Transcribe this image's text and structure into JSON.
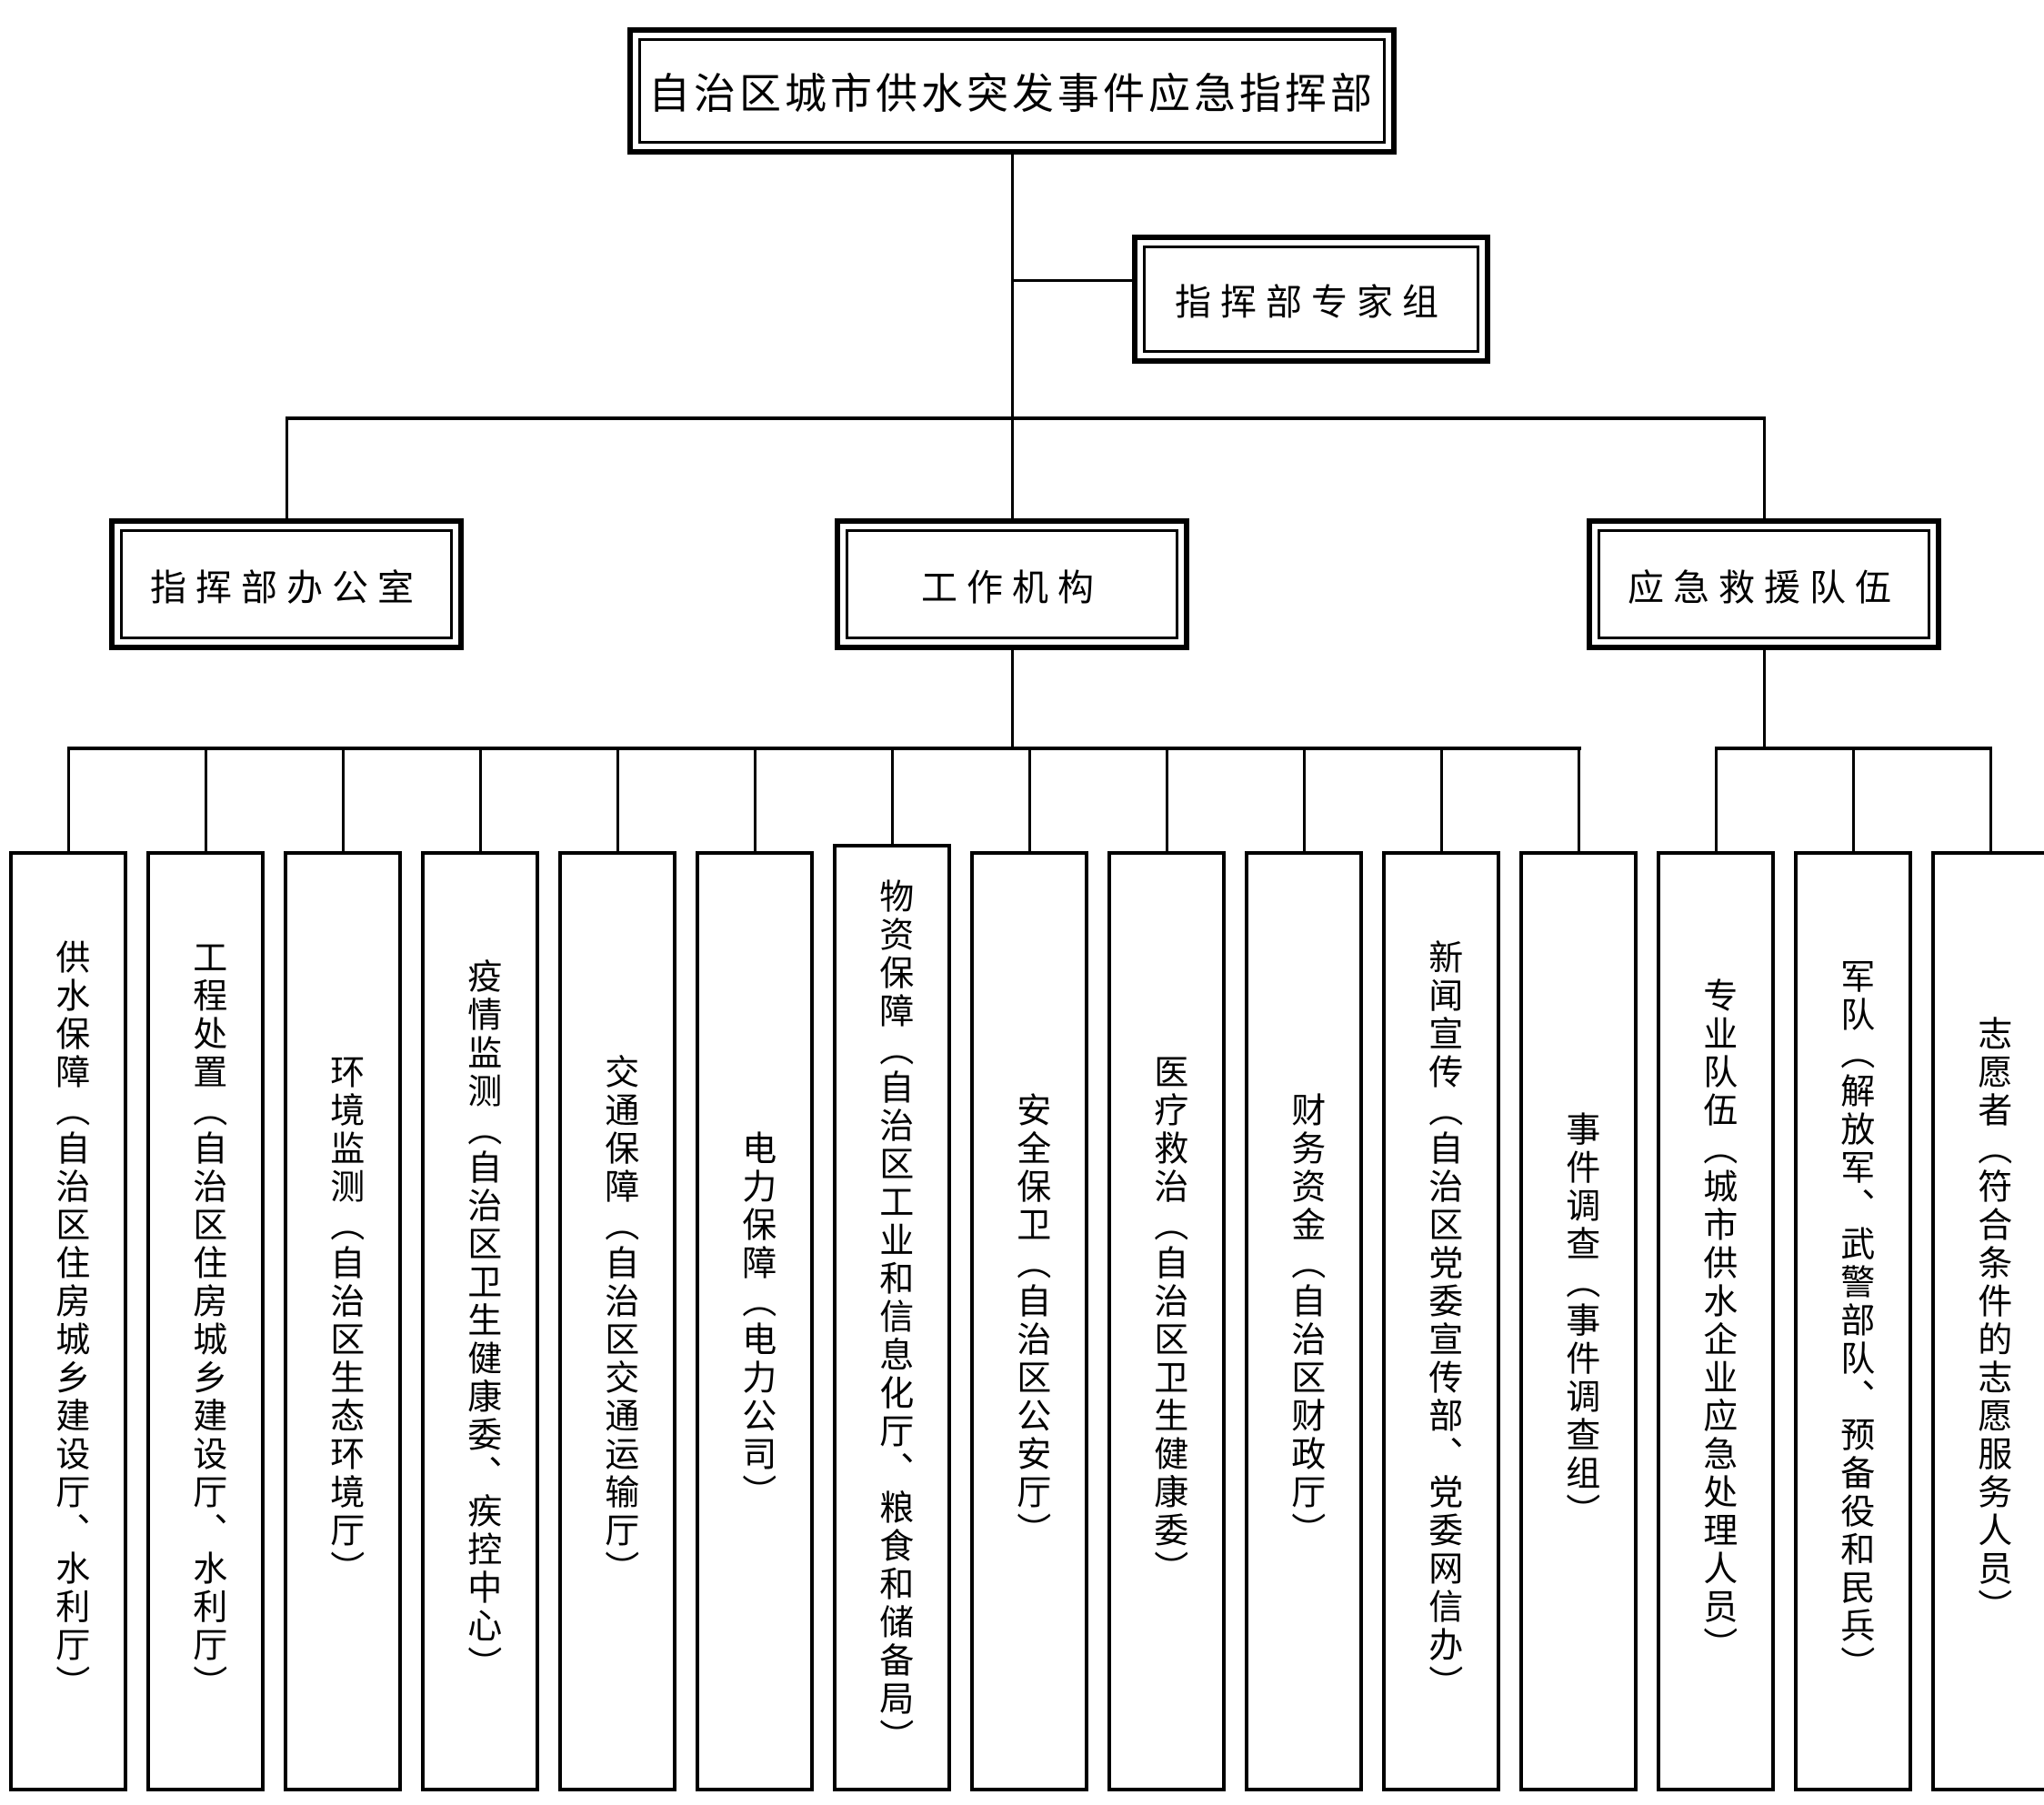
{
  "root": {
    "label": "自治区城市供水突发事件应急指挥部"
  },
  "expert_group": {
    "label": "指挥部专家组"
  },
  "branches": {
    "office": {
      "label": "指挥部办公室"
    },
    "working": {
      "label": "工作机构"
    },
    "rescue": {
      "label": "应急救援队伍"
    }
  },
  "work_units": [
    {
      "label": "供水保障（自治区住房城乡建设厅、水利厅）"
    },
    {
      "label": "工程处置（自治区住房城乡建设厅、水利厅）"
    },
    {
      "label": "环境监测（自治区生态环境厅）"
    },
    {
      "label": "疫情监测（自治区卫生健康委、疾控中心）"
    },
    {
      "label": "交通保障（自治区交通运输厅）"
    },
    {
      "label": "电力保障（电力公司）"
    },
    {
      "label": "物资保障（自治区工业和信息化厅、粮食和储备局）"
    },
    {
      "label": "安全保卫（自治区公安厅）"
    },
    {
      "label": "医疗救治（自治区卫生健康委）"
    },
    {
      "label": "财务资金（自治区财政厅）"
    },
    {
      "label": "新闻宣传（自治区党委宣传部、党委网信办）"
    },
    {
      "label": "事件调查（事件调查组）"
    }
  ],
  "rescue_units": [
    {
      "label": "专业队伍（城市供水企业应急处理人员）"
    },
    {
      "label": "军队（解放军、武警部队、预备役和民兵）"
    },
    {
      "label": "志愿者（符合条件的志愿服务人员）"
    }
  ],
  "colors": {
    "line": "#000000",
    "text": "#000000",
    "background": "#ffffff"
  }
}
